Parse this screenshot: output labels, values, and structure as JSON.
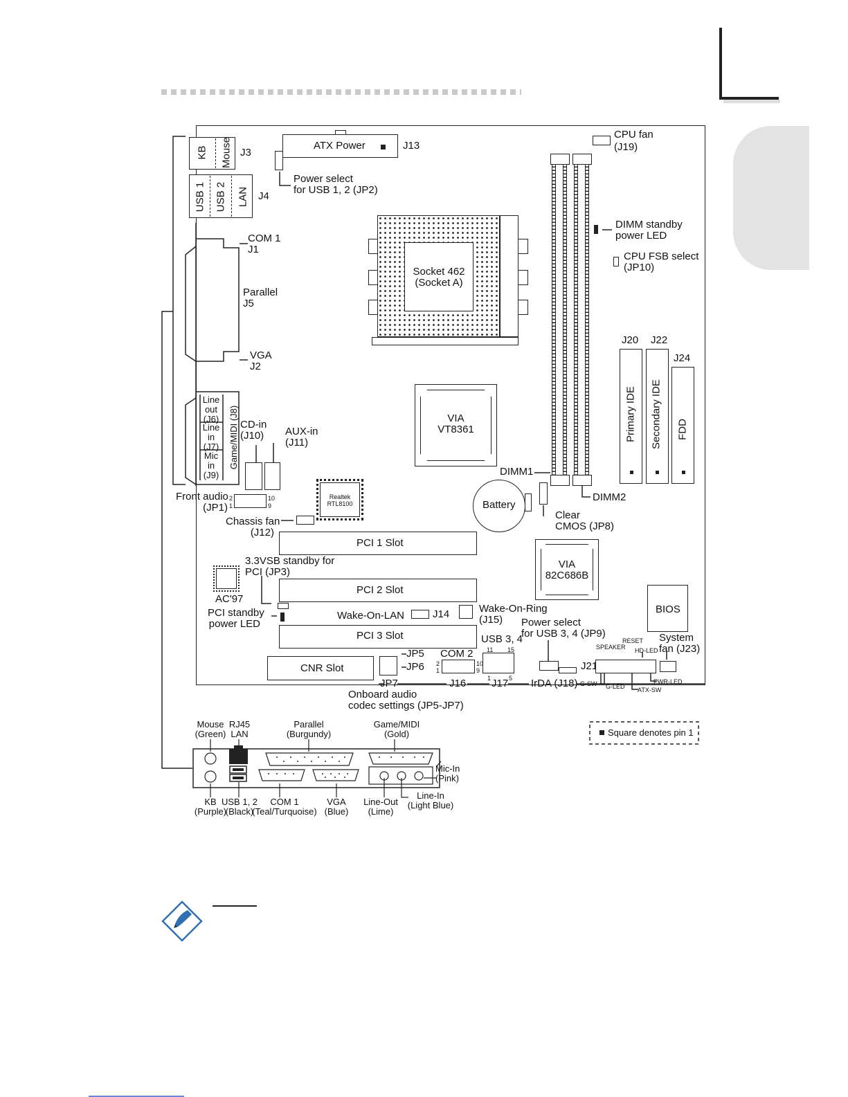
{
  "board": {
    "connectors": {
      "atx_power": "ATX Power",
      "j13": "J13",
      "cpu_fan": "CPU fan",
      "j19": "(J19)",
      "kb": "KB",
      "mouse": "Mouse",
      "j3": "J3",
      "usb1": "USB 1",
      "usb2": "USB 2",
      "lan": "LAN",
      "j4": "J4",
      "jp2_line1": "Power select",
      "jp2_line2": "for USB 1, 2 (JP2)",
      "com1": "COM 1",
      "j1": "J1",
      "parallel": "Parallel",
      "j5": "J5",
      "vga": "VGA",
      "j2": "J2",
      "line_out": [
        "Line",
        "out",
        "(J6)"
      ],
      "line_in": [
        "Line",
        "in",
        "(J7)"
      ],
      "mic_in": [
        "Mic",
        "in",
        "(J9)"
      ],
      "game_midi": "Game/MIDI (J8)",
      "cd_in": [
        "CD-in",
        "(J10)"
      ],
      "aux_in": [
        "AUX-in",
        "(J11)"
      ],
      "front_audio": [
        "Front audio",
        "(JP1)"
      ],
      "chassis_fan": [
        "Chassis fan",
        "(J12)"
      ],
      "socket_462": [
        "Socket 462",
        "(Socket A)"
      ],
      "via_vt8361": [
        "VIA",
        "VT8361"
      ],
      "realtek": [
        "Realtek",
        "RTL8100"
      ],
      "battery": "Battery",
      "dimm1": "DIMM1",
      "dimm2": "DIMM2",
      "dimm_led": [
        "DIMM standby",
        "power LED"
      ],
      "cpu_fsb": [
        "CPU FSB select",
        "(JP10)"
      ],
      "j20": "J20",
      "j22": "J22",
      "j24": "J24",
      "primary_ide": "Primary IDE",
      "secondary_ide": "Secondary IDE",
      "fdd": "FDD",
      "clear_cmos": [
        "Clear",
        "CMOS (JP8)"
      ],
      "pci1": "PCI 1 Slot",
      "pci2": "PCI 2 Slot",
      "pci3": "PCI 3 Slot",
      "jp3": [
        "3.3VSB standby for",
        "PCI (JP3)"
      ],
      "ac97": "AC'97",
      "pci_led": [
        "PCI standby",
        "power LED"
      ],
      "wake_lan": "Wake-On-LAN",
      "j14": "J14",
      "wake_ring": [
        "Wake-On-Ring",
        "(J15)"
      ],
      "via_82c686b": [
        "VIA",
        "82C686B"
      ],
      "bios": "BIOS",
      "jp9": [
        "Power select",
        "for USB 3, 4 (JP9)"
      ],
      "system_fan": [
        "System",
        "fan (J23)"
      ],
      "usb34": "USB 3, 4",
      "com2": "COM 2",
      "cnr": "CNR Slot",
      "jp5": "JP5",
      "jp6": "JP6",
      "jp7": "JP7",
      "j16": "J16",
      "j17": "J17",
      "irda": "IrDA (J18)",
      "onboard_audio": [
        "Onboard audio",
        "codec settings (JP5-JP7)"
      ],
      "j21": "J21",
      "speaker": "SPEAKER",
      "reset": "RESET",
      "hd_led": "HD-LED",
      "g_sw": "G-SW",
      "g_led": "G-LED",
      "atx_sw": "ATX-SW",
      "pwr_led": "PWR-LED",
      "pin_nums": {
        "fa_2": "2",
        "fa_1": "1",
        "fa_10": "10",
        "fa_9": "9",
        "com2_2": "2",
        "com2_1": "1",
        "com2_10": "10",
        "com2_9": "9",
        "usb_11": "11",
        "usb_15": "15",
        "usb_1": "1",
        "usb_5": "5"
      }
    },
    "legend": "Square denotes pin 1"
  },
  "io_panel": {
    "mouse": [
      "Mouse",
      "(Green)"
    ],
    "rj45": [
      "RJ45",
      "LAN"
    ],
    "parallel": [
      "Parallel",
      "(Burgundy)"
    ],
    "game_midi": [
      "Game/MIDI",
      "(Gold)"
    ],
    "mic_in": [
      "Mic-In",
      "(Pink)"
    ],
    "kb": [
      "KB",
      "(Purple)"
    ],
    "usb12": [
      "USB 1, 2",
      "(Black)"
    ],
    "com1": [
      "COM 1",
      "(Teal/Turquoise)"
    ],
    "vga": [
      "VGA",
      "(Blue)"
    ],
    "line_out": [
      "Line-Out",
      "(Lime)"
    ],
    "line_in": [
      "Line-In",
      "(Light Blue)"
    ]
  },
  "colors": {
    "tab_gray": "#e3e3e3",
    "note_icon": "#2f6fb3",
    "footer_line": "#3a5bd9"
  },
  "icons": {
    "note": "note-pencil-icon"
  }
}
